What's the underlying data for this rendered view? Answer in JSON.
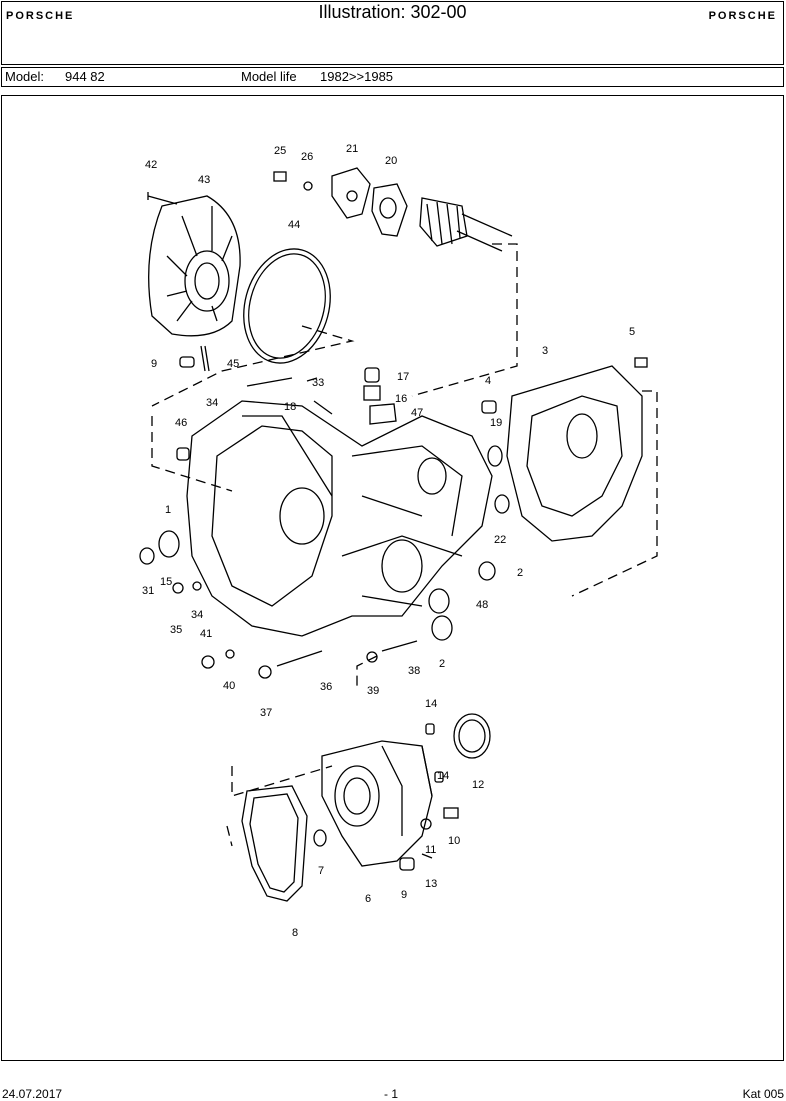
{
  "header": {
    "brand_left": "PORSCHE",
    "brand_right": "PORSCHE",
    "title": "Illustration: 302-00"
  },
  "model": {
    "model_label": "Model:",
    "model_value": "944 82",
    "life_label": "Model life",
    "life_value": "1982>>1985"
  },
  "diagram": {
    "callouts": [
      "1",
      "2",
      "3",
      "4",
      "5",
      "6",
      "7",
      "8",
      "9",
      "10",
      "11",
      "12",
      "13",
      "14",
      "15",
      "16",
      "17",
      "18",
      "19",
      "20",
      "21",
      "22",
      "25",
      "26",
      "31",
      "33",
      "34",
      "35",
      "36",
      "37",
      "38",
      "39",
      "40",
      "41",
      "42",
      "43",
      "44",
      "45",
      "46",
      "47",
      "48"
    ]
  },
  "footer": {
    "date": "24.07.2017",
    "page": "- 1",
    "catalog": "Kat 005"
  }
}
